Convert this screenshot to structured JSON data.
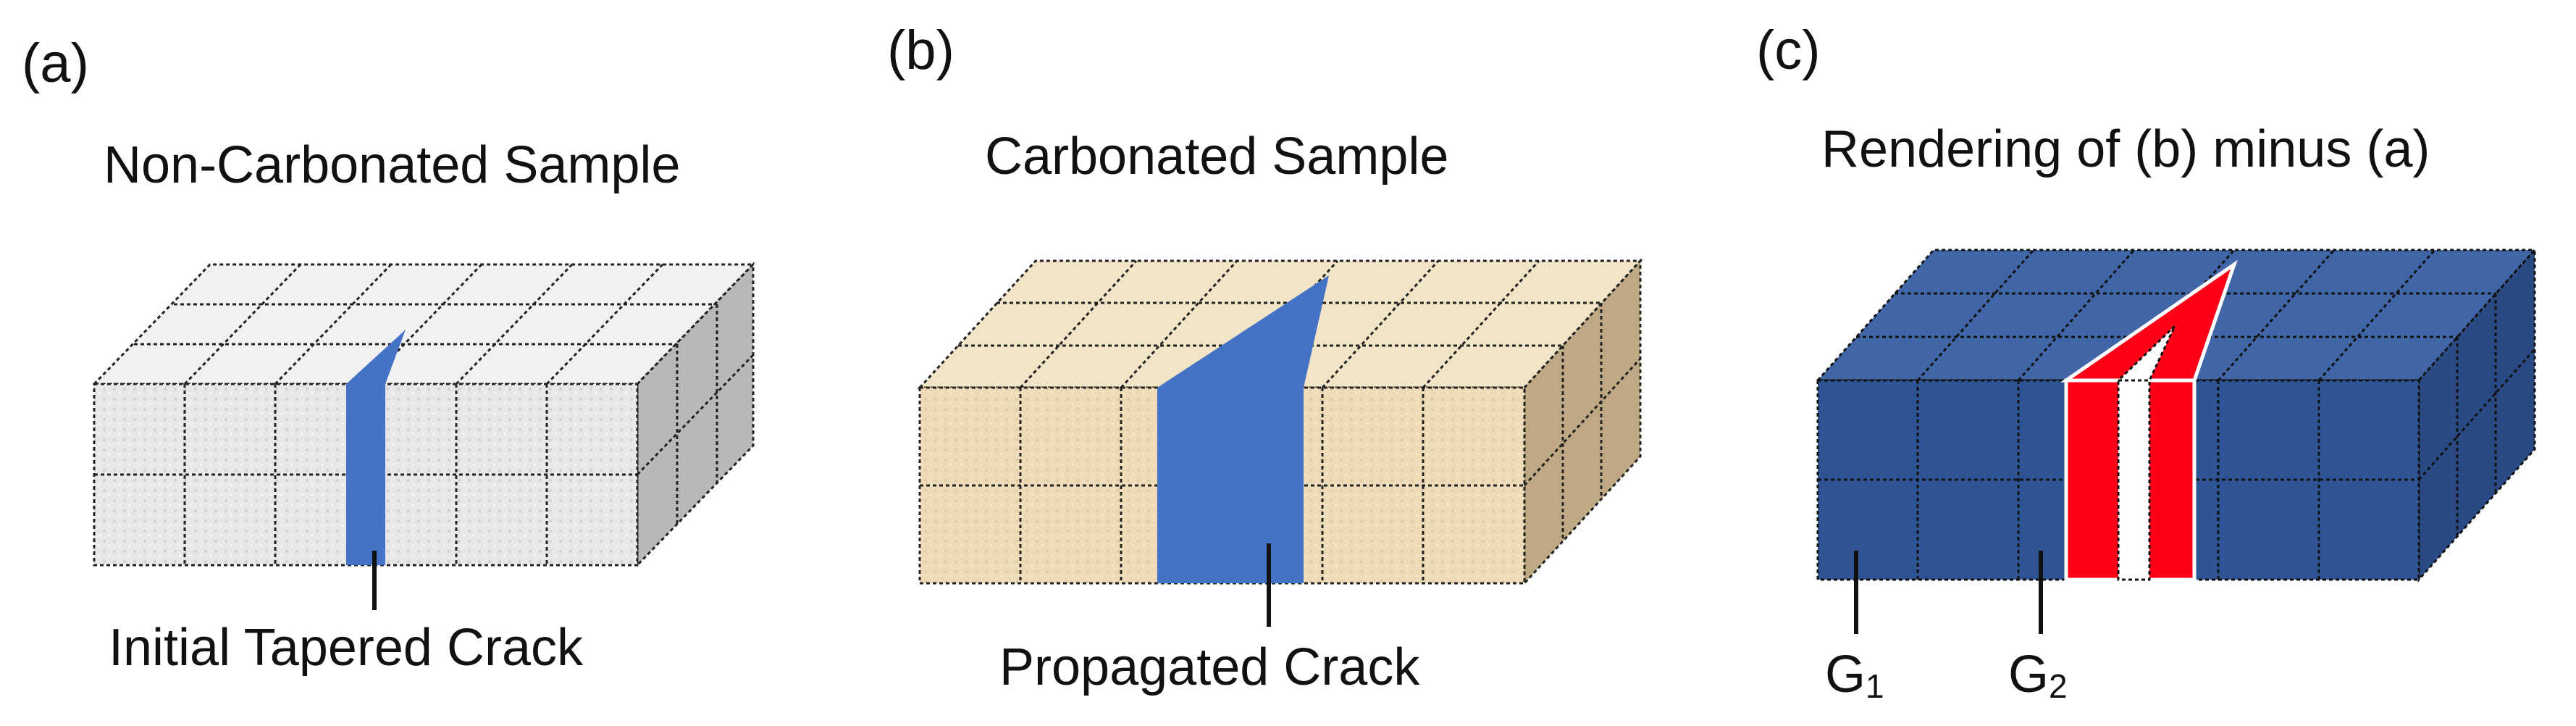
{
  "panels": [
    {
      "letter": "(a)",
      "title": "Non-Carbonated Sample",
      "annotation": "Initial Tapered Crack"
    },
    {
      "letter": "(b)",
      "title": "Carbonated Sample",
      "annotation": "Propagated Crack"
    },
    {
      "letter": "(c)",
      "title": "Rendering of (b) minus (a)",
      "labels": [
        {
          "main": "G",
          "sub": "1"
        },
        {
          "main": "G",
          "sub": "2"
        }
      ]
    }
  ],
  "colors": {
    "crack_blue": "#4472c4",
    "sample_a_front": "#e8e8e8",
    "sample_a_side": "#b5b5b5",
    "sample_b_front": "#eedcb9",
    "sample_b_side": "#bca883",
    "sample_c_front": "#2e5496",
    "sample_c_top": "#3f63a5",
    "difference_red": "#ff0018",
    "grid_line": "#111111"
  }
}
